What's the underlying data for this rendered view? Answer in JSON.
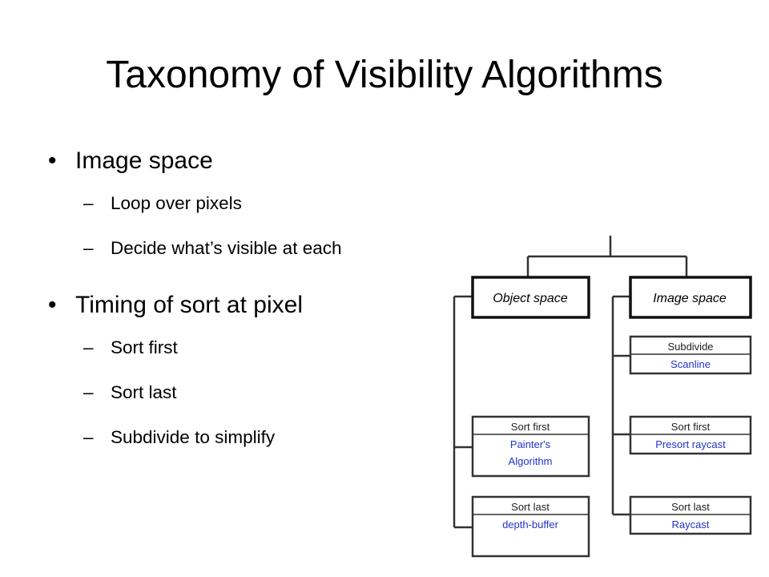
{
  "title": "Taxonomy of Visibility Algorithms",
  "bullet_glyph": "•",
  "dash_glyph": "–",
  "bullets": [
    {
      "text": "Image space",
      "sub": [
        "Loop over pixels",
        "Decide what’s visible at each"
      ]
    },
    {
      "text": "Timing of sort at pixel",
      "sub": [
        "Sort first",
        "Sort last",
        "Subdivide to simplify"
      ]
    }
  ],
  "diagram": {
    "object_space": "Object space",
    "image_space": "Image space",
    "object_nodes": [
      {
        "label": "Sort first",
        "value_lines": [
          "Painter's",
          "Algorithm"
        ]
      },
      {
        "label": "Sort last",
        "value_lines": [
          "depth-buffer"
        ]
      }
    ],
    "image_nodes": [
      {
        "label": "Subdivide",
        "value_lines": [
          "Scanline"
        ]
      },
      {
        "label": "Sort first",
        "value_lines": [
          "Presort raycast"
        ]
      },
      {
        "label": "Sort last",
        "value_lines": [
          "Raycast"
        ]
      }
    ],
    "colors": {
      "value_text": "#1f35c9",
      "line": "#333333"
    }
  }
}
